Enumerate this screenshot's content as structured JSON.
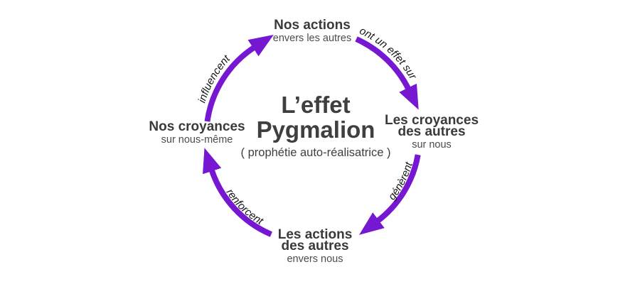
{
  "center": {
    "title_line1": "L’effet",
    "title_line2": "Pygmalion",
    "subtitle": "( prophétie auto-réalisatrice )"
  },
  "nodes": {
    "top": {
      "title": "Nos actions",
      "subtitle": "envers les autres"
    },
    "right": {
      "title_line1": "Les croyances",
      "title_line2": "des autres",
      "subtitle": "sur nous"
    },
    "bottom": {
      "title_line1": "Les actions",
      "title_line2": "des autres",
      "subtitle": "envers nous"
    },
    "left": {
      "title": "Nos croyances",
      "subtitle": "sur nous-même"
    }
  },
  "arrow_labels": {
    "left_to_top": "influencent",
    "top_to_right": "ont un effet sur",
    "right_to_bottom": "génèrent",
    "bottom_to_left": "renforcent"
  },
  "colors": {
    "arrow_purple": "#7617d2",
    "heading_gray": "#3f3f3f",
    "arc_label_black": "#151515"
  }
}
